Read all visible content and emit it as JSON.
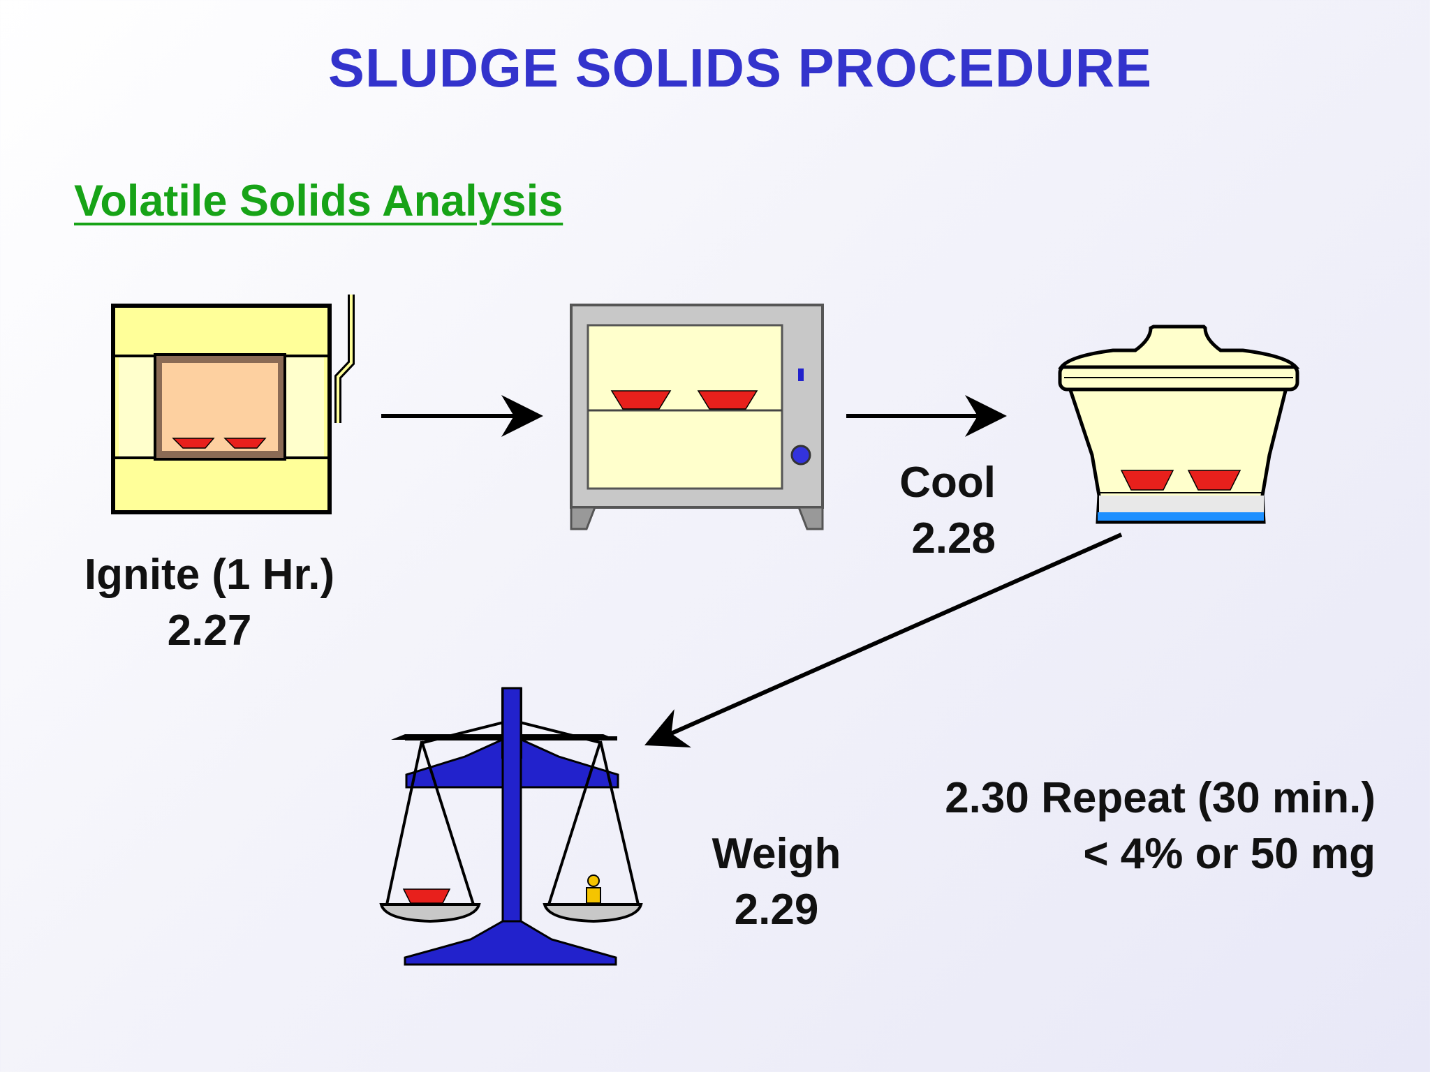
{
  "title": "SLUDGE SOLIDS PROCEDURE",
  "subtitle": "Volatile Solids Analysis",
  "steps": [
    {
      "label": "Ignite (1 Hr.)",
      "ref": "2.27"
    },
    {
      "label": "Cool",
      "ref": "2.28"
    },
    {
      "label": "Weigh",
      "ref": "2.29"
    }
  ],
  "repeat": {
    "line1": "2.30 Repeat (30 min.)",
    "line2": "< 4% or 50 mg"
  },
  "colors": {
    "title": "#3333cc",
    "subtitle": "#17a317",
    "dish": "#e8201c",
    "furnace": "#ffff99",
    "chamber": "#fdd0a0",
    "oven": "#c8c8c8",
    "balance": "#2222cc"
  }
}
